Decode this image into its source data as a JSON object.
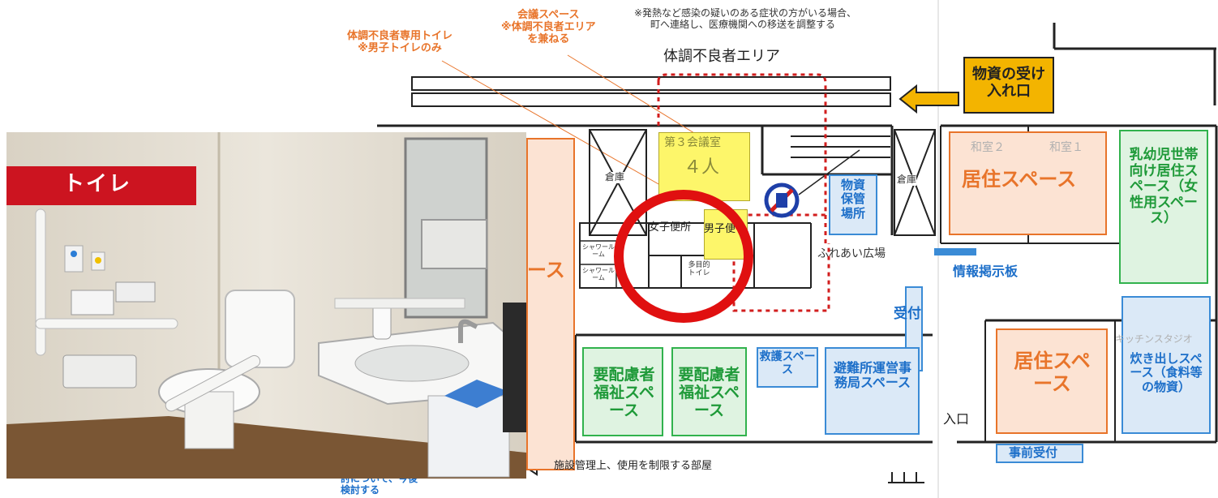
{
  "photo": {
    "tag_label": "トイレ"
  },
  "annotations": {
    "toilet_note_line1": "体調不良者専用トイレ",
    "toilet_note_line2": "※男子トイレのみ",
    "meeting_note_line1": "会議スペース",
    "meeting_note_line2": "※体調不良者エリア",
    "meeting_note_line3": "を兼ねる",
    "fever_note_line1": "※発熱など感染の疑いのある症状の方がいる場合、",
    "fever_note_line2": "町へ連絡し、医療機関への移送を調整する",
    "sick_area_title": "体調不良者エリア",
    "restricted_legend": "施設管理上、使用を制限する部屋",
    "bottom_left_line1": "討について、今後",
    "bottom_left_line2": "検討する"
  },
  "rooms": {
    "meeting3_name": "第３会議室",
    "meeting3_count": "４人",
    "storage_left": "倉庫",
    "storage_right": "倉庫",
    "womens_toilet": "女子便所",
    "mens_toilet": "男子便",
    "shower1": "シャワールーム",
    "shower2": "シャワールーム",
    "multipurpose_toilet": "多目的トイレ",
    "goods_storage": "物資保管場所",
    "fureai_plaza": "ふれあい広場",
    "info_board": "情報掲示板",
    "reception": "受付",
    "washitsu2": "和室２",
    "washitsu1": "和室１",
    "living_space_top": "居住スペース",
    "infant_space": "乳幼児世帯向け居住スペース（女性用スペース）",
    "left_space_fragment": "ース",
    "care_space_1": "要配慮者福祉スペース",
    "care_space_2": "要配慮者福祉スペース",
    "rescue_space": "救護スペース",
    "office_space": "避難所運営事務局スペース",
    "living_space_bottom": "居住スペース",
    "kitchen_space": "炊き出しスペース（食料等の物資）",
    "kitchen_studio": "キッチンスタジオ",
    "entrance": "入口",
    "pre_reception": "事前受付",
    "goods_receiving": "物資の受け入れ口"
  },
  "colors": {
    "accent_red": "#cc1420",
    "orange": "#e8742a",
    "green": "#31b24d",
    "blue": "#3a8bd6",
    "yellow": "#fdf66a",
    "gold_arrow": "#f3b400"
  }
}
